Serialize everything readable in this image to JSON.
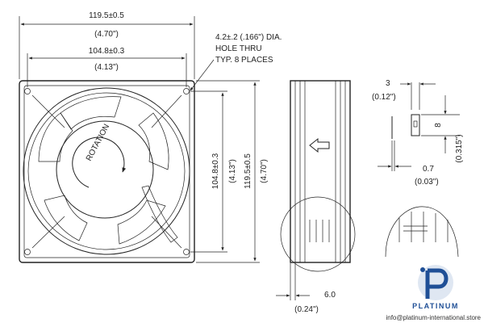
{
  "front_view": {
    "overall_width": "119.5±0.5",
    "overall_width_in": "(4.70\")",
    "hole_spacing": "104.8±0.3",
    "hole_spacing_in": "(4.13\")",
    "height_holes": "104.8±0.3",
    "height_holes_in": "(4.13\")",
    "height_overall": "119.5±0.5",
    "height_overall_in": "(4.70\")",
    "rotation_label": "ROTATION"
  },
  "hole_note": {
    "line1": "4.2±.2 (.166\") DIA.",
    "line2": "HOLE THRU",
    "line3": "TYP. 8 PLACES"
  },
  "side_view": {
    "flange": "6.0",
    "flange_in": "(0.24\")"
  },
  "terminal_detail": {
    "width": "3",
    "width_in": "(0.12\")",
    "height": "8",
    "height_in": "(0.315\")",
    "thickness": "0.7",
    "thickness_in": "(0.03\")"
  },
  "logo": {
    "brand": "PLATINUM",
    "site": "info@platinum-international.store",
    "color": "#1f4f96"
  }
}
